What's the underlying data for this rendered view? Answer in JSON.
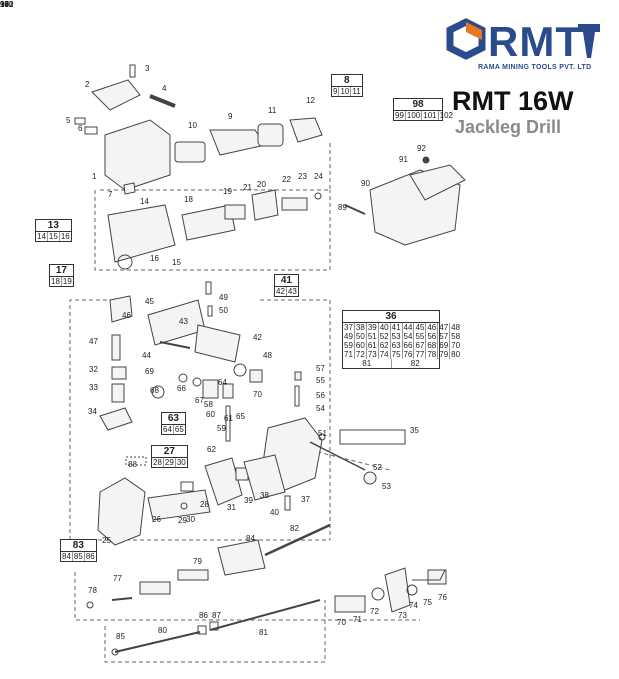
{
  "brand": {
    "logo_letters": "RMT",
    "company": "RAMA MINING TOOLS PVT. LTD",
    "model": "RMT 16W",
    "subtitle": "Jackleg Drill",
    "colors": {
      "navy": "#2a4b8c",
      "orange": "#e87722",
      "grey": "#8a8a8a"
    }
  },
  "kits": [
    {
      "id": "8",
      "parts": [
        "9",
        "10",
        "11"
      ]
    },
    {
      "id": "98",
      "parts": [
        "99",
        "100",
        "101",
        "102"
      ]
    },
    {
      "id": "13",
      "parts": [
        "14",
        "15",
        "16"
      ]
    },
    {
      "id": "17",
      "parts": [
        "18",
        "19"
      ]
    },
    {
      "id": "41",
      "parts": [
        "42",
        "43"
      ]
    },
    {
      "id": "63",
      "parts": [
        "64",
        "65"
      ]
    },
    {
      "id": "27",
      "parts": [
        "28",
        "29",
        "30"
      ]
    },
    {
      "id": "83",
      "parts": [
        "84",
        "85",
        "86"
      ]
    }
  ],
  "kit36": {
    "id": "36",
    "rows": [
      [
        "37",
        "38",
        "39",
        "40",
        "41",
        "44",
        "45",
        "46",
        "47",
        "48"
      ],
      [
        "49",
        "50",
        "51",
        "52",
        "53",
        "54",
        "55",
        "56",
        "57",
        "58"
      ],
      [
        "59",
        "60",
        "61",
        "62",
        "63",
        "66",
        "67",
        "68",
        "69",
        "70"
      ],
      [
        "71",
        "72",
        "73",
        "74",
        "75",
        "76",
        "77",
        "78",
        "79",
        "80"
      ],
      [
        "81",
        "82"
      ]
    ]
  },
  "callouts": [
    "1",
    "2",
    "3",
    "4",
    "5",
    "6",
    "7",
    "9",
    "10",
    "11",
    "12",
    "14",
    "15",
    "16",
    "18",
    "19",
    "20",
    "21",
    "22",
    "23",
    "24",
    "25",
    "26",
    "28",
    "29",
    "30",
    "31",
    "32",
    "33",
    "34",
    "35",
    "37",
    "38",
    "39",
    "40",
    "42",
    "43",
    "44",
    "45",
    "46",
    "47",
    "48",
    "49",
    "50",
    "51",
    "52",
    "53",
    "54",
    "55",
    "56",
    "57",
    "58",
    "59",
    "60",
    "61",
    "62",
    "64",
    "65",
    "66",
    "67",
    "68",
    "69",
    "70",
    "70",
    "71",
    "72",
    "73",
    "74",
    "75",
    "76",
    "77",
    "78",
    "79",
    "80",
    "81",
    "82",
    "84",
    "85",
    "86",
    "87",
    "88",
    "89",
    "90",
    "91",
    "92",
    "93",
    "94",
    "95",
    "96",
    "97",
    "99",
    "100",
    "101",
    "102"
  ]
}
